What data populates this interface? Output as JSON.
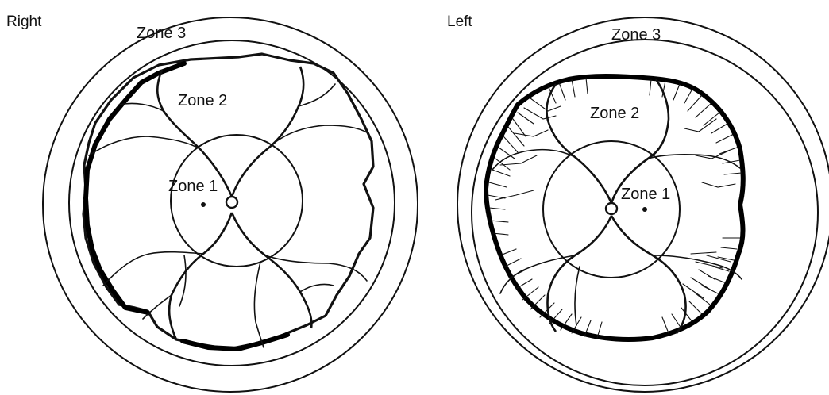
{
  "panels": {
    "right": {
      "eye_label": "Right",
      "zone3_label": "Zone 3",
      "zone2_label": "Zone 2",
      "zone1_label": "Zone 1"
    },
    "left": {
      "eye_label": "Left",
      "zone3_label": "Zone 3",
      "zone2_label": "Zone 2",
      "zone1_label": "Zone 1"
    }
  },
  "colors": {
    "ink": "#111111",
    "background": "#ffffff"
  }
}
